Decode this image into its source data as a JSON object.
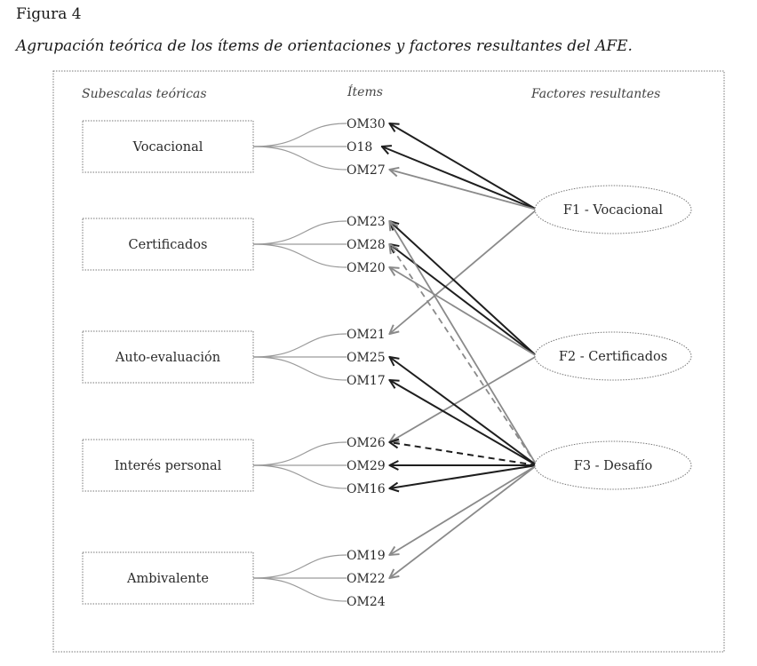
{
  "figure": {
    "label": "Figura 4",
    "caption": "Agrupación teórica de los ítems de orientaciones y factores resultantes del AFE."
  },
  "headers": {
    "subscales": "Subescalas teóricas",
    "items": "Ítems",
    "factors": "Factores resultantes"
  },
  "subscales": [
    {
      "id": "voc",
      "label": "Vocacional",
      "items": [
        "OM30",
        "O18",
        "OM27"
      ]
    },
    {
      "id": "cert",
      "label": "Certificados",
      "items": [
        "OM23",
        "OM28",
        "OM20"
      ]
    },
    {
      "id": "auto",
      "label": "Auto-evaluación",
      "items": [
        "OM21",
        "OM25",
        "OM17"
      ]
    },
    {
      "id": "int",
      "label": "Interés personal",
      "items": [
        "OM26",
        "OM29",
        "OM16"
      ]
    },
    {
      "id": "amb",
      "label": "Ambivalente",
      "items": [
        "OM19",
        "OM22",
        "OM24"
      ]
    }
  ],
  "factors": [
    {
      "id": "F1",
      "label": "F1 - Vocacional"
    },
    {
      "id": "F2",
      "label": "F2 - Certificados"
    },
    {
      "id": "F3",
      "label": "F3 - Desafío"
    }
  ],
  "loadings": [
    {
      "factor": "F1",
      "item": "OM30",
      "style": "dark"
    },
    {
      "factor": "F1",
      "item": "O18",
      "style": "dark"
    },
    {
      "factor": "F1",
      "item": "OM27",
      "style": "gray"
    },
    {
      "factor": "F1",
      "item": "OM21",
      "style": "gray"
    },
    {
      "factor": "F2",
      "item": "OM23",
      "style": "dark"
    },
    {
      "factor": "F2",
      "item": "OM28",
      "style": "dark"
    },
    {
      "factor": "F2",
      "item": "OM20",
      "style": "gray"
    },
    {
      "factor": "F2",
      "item": "OM26",
      "style": "gray"
    },
    {
      "factor": "F3",
      "item": "OM23",
      "style": "gray"
    },
    {
      "factor": "F3",
      "item": "OM28",
      "style": "gray-dashed"
    },
    {
      "factor": "F3",
      "item": "OM25",
      "style": "dark"
    },
    {
      "factor": "F3",
      "item": "OM17",
      "style": "dark"
    },
    {
      "factor": "F3",
      "item": "OM26",
      "style": "dark-dashed"
    },
    {
      "factor": "F3",
      "item": "OM29",
      "style": "dark"
    },
    {
      "factor": "F3",
      "item": "OM16",
      "style": "dark"
    },
    {
      "factor": "F3",
      "item": "OM19",
      "style": "gray"
    },
    {
      "factor": "F3",
      "item": "OM22",
      "style": "gray"
    }
  ],
  "colors": {
    "dark": "#1e1e1e",
    "gray": "#8a8a8a",
    "connector": "#9a9a9a",
    "border": "#777777"
  }
}
